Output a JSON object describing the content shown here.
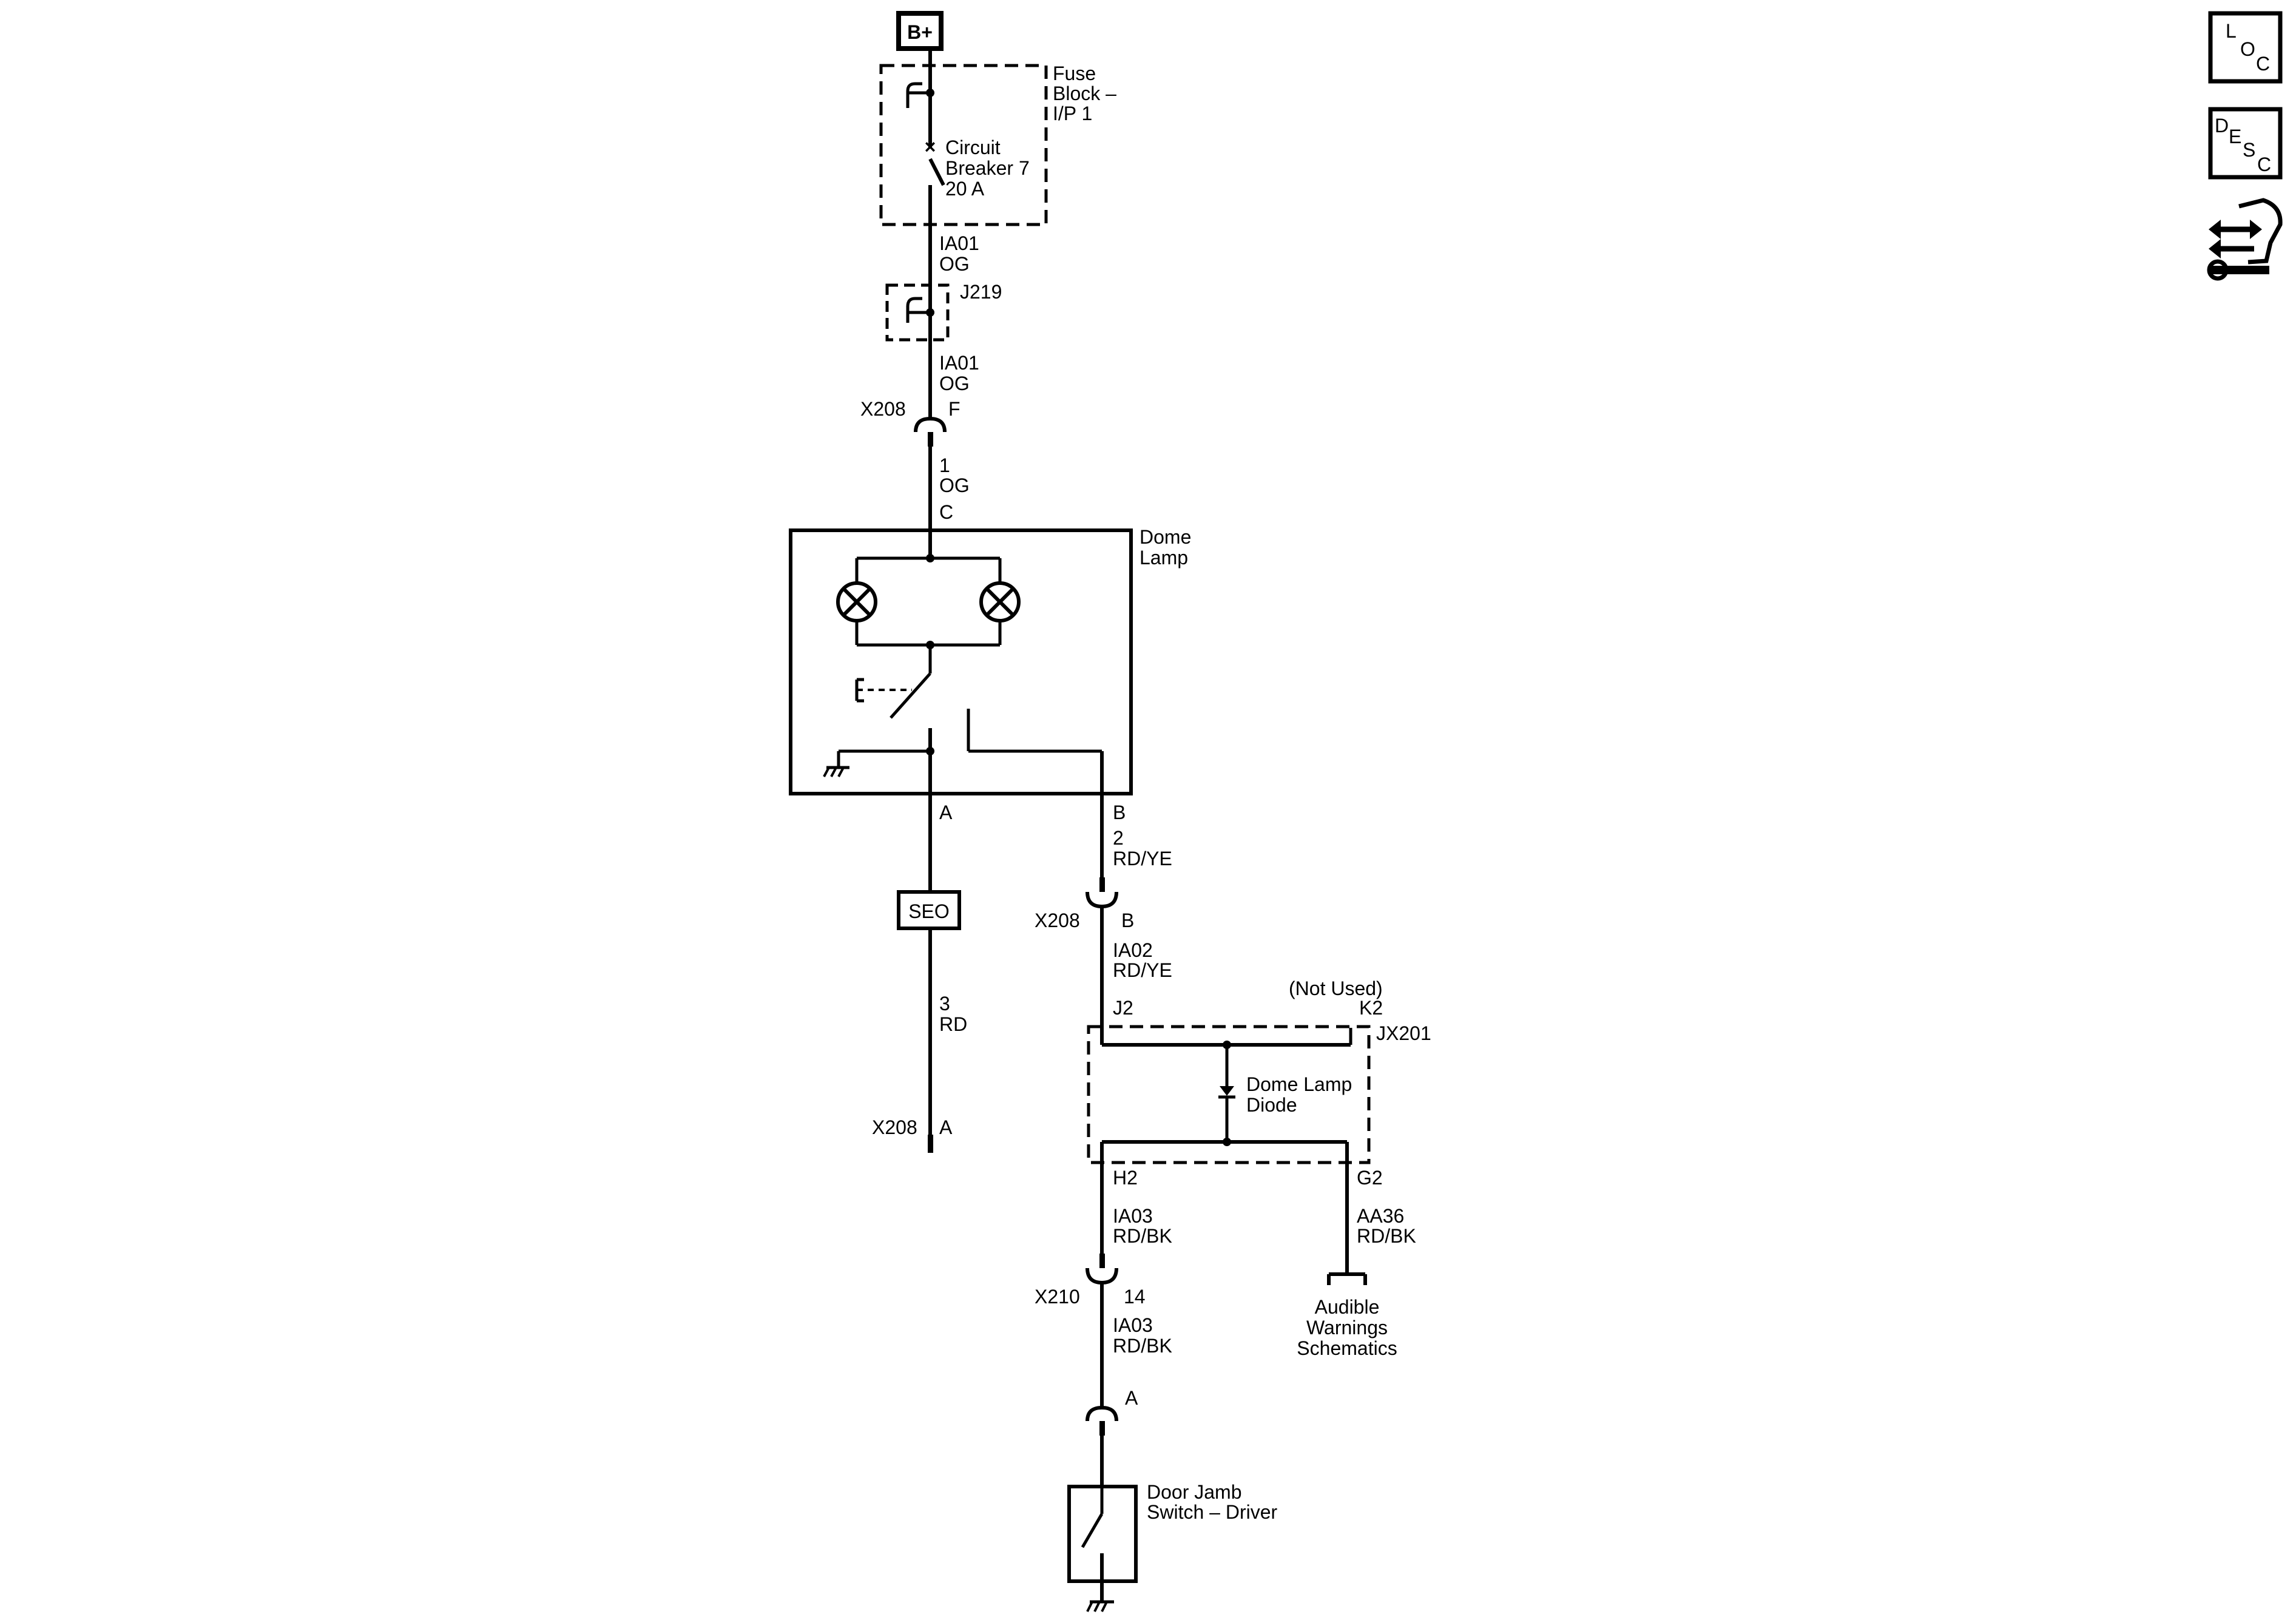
{
  "power": {
    "label": "B+"
  },
  "fuse_block": {
    "line1": "Fuse",
    "line2": "Block –",
    "line3": "I/P 1"
  },
  "circuit_breaker": {
    "line1": "Circuit",
    "line2": "Breaker 7",
    "line3": "20 A"
  },
  "wire_ia01_a": {
    "circuit": "IA01",
    "color": "OG"
  },
  "splice_j219": {
    "label": "J219"
  },
  "wire_ia01_b": {
    "circuit": "IA01",
    "color": "OG"
  },
  "conn_x208_f": {
    "connector": "X208",
    "pin": "F"
  },
  "wire_1": {
    "circuit": "1",
    "color": "OG"
  },
  "dome_lamp": {
    "pin_c": "C",
    "line1": "Dome",
    "line2": "Lamp",
    "pin_a": "A",
    "pin_b": "B"
  },
  "seo": {
    "label": "SEO"
  },
  "wire_3": {
    "circuit": "3",
    "color": "RD"
  },
  "conn_x208_a": {
    "connector": "X208",
    "pin": "A"
  },
  "wire_2": {
    "circuit": "2",
    "color": "RD/YE"
  },
  "conn_x208_b": {
    "connector": "X208",
    "pin": "B"
  },
  "wire_ia02": {
    "circuit": "IA02",
    "color": "RD/YE"
  },
  "jx201": {
    "not_used": "(Not Used)",
    "pin_j2": "J2",
    "pin_k2": "K2",
    "label": "JX201",
    "diode_line1": "Dome Lamp",
    "diode_line2": "Diode",
    "pin_h2": "H2",
    "pin_g2": "G2"
  },
  "wire_ia03_a": {
    "circuit": "IA03",
    "color": "RD/BK"
  },
  "wire_aa36": {
    "circuit": "AA36",
    "color": "RD/BK"
  },
  "audible": {
    "line1": "Audible",
    "line2": "Warnings",
    "line3": "Schematics"
  },
  "conn_x210": {
    "connector": "X210",
    "pin": "14"
  },
  "wire_ia03_b": {
    "circuit": "IA03",
    "color": "RD/BK"
  },
  "conn_a": {
    "pin": "A"
  },
  "door_jamb": {
    "line1": "Door Jamb",
    "line2": "Switch – Driver"
  },
  "side_buttons": {
    "loc": {
      "c1": "L",
      "c2": "O",
      "c3": "C"
    },
    "desc": {
      "c1": "D",
      "c2": "E",
      "c3": "S",
      "c4": "C"
    },
    "connector_icon": "connector-repair-icon"
  }
}
